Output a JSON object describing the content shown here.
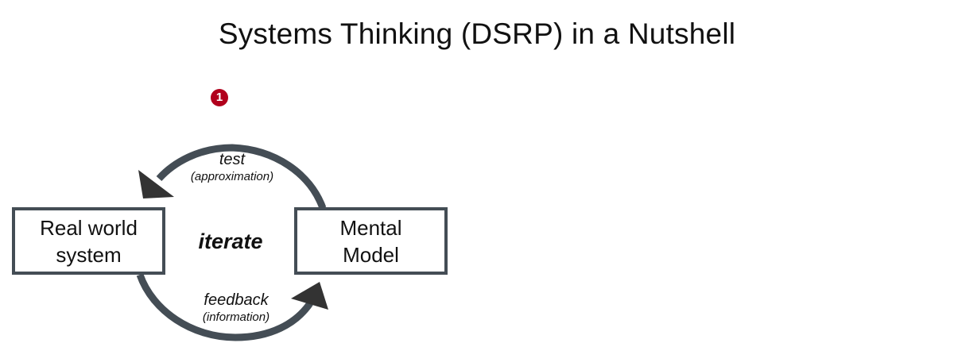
{
  "title": "Systems Thinking (DSRP) in a Nutshell",
  "marker": {
    "text": "1",
    "color": "#b1001c"
  },
  "diagram": {
    "loop_color": "#444d55",
    "left_box": {
      "line1": "Real world",
      "line2": "system"
    },
    "right_box": {
      "line1": "Mental",
      "line2": "Model"
    },
    "center_label": "iterate",
    "top_arc": {
      "label": "test",
      "sublabel": "(approximation)"
    },
    "bottom_arc": {
      "label": "feedback",
      "sublabel": "(information)"
    }
  }
}
